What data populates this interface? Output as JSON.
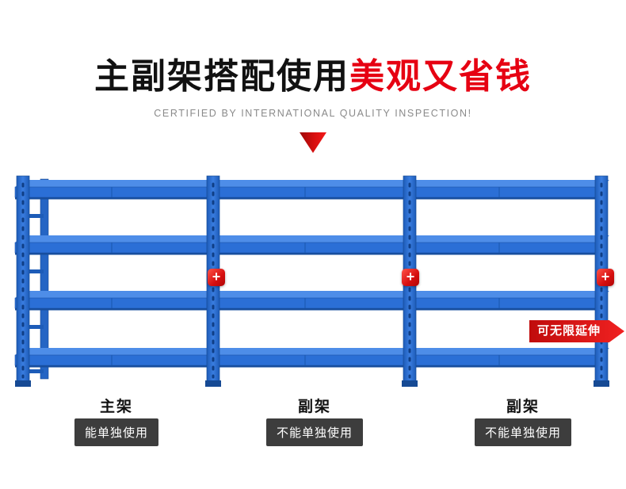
{
  "header": {
    "title_black": "主副架搭配使用",
    "title_red": "美观又省钱",
    "subtitle": "CERTIFIED BY INTERNATIONAL QUALITY INSPECTION!"
  },
  "illustration": {
    "ribbon_label": "可无限延伸",
    "plus_symbol": "+"
  },
  "racks": [
    {
      "name": "主架",
      "usage": "能单独使用"
    },
    {
      "name": "副架",
      "usage": "不能单独使用"
    },
    {
      "name": "副架",
      "usage": "不能单独使用"
    }
  ],
  "colors": {
    "accent_red": "#e60012",
    "rack_blue": "#2b6fd6",
    "rack_blue_light": "#4e8de8",
    "rack_blue_dark": "#1a52a8",
    "badge_bg": "#3d3d3d"
  }
}
